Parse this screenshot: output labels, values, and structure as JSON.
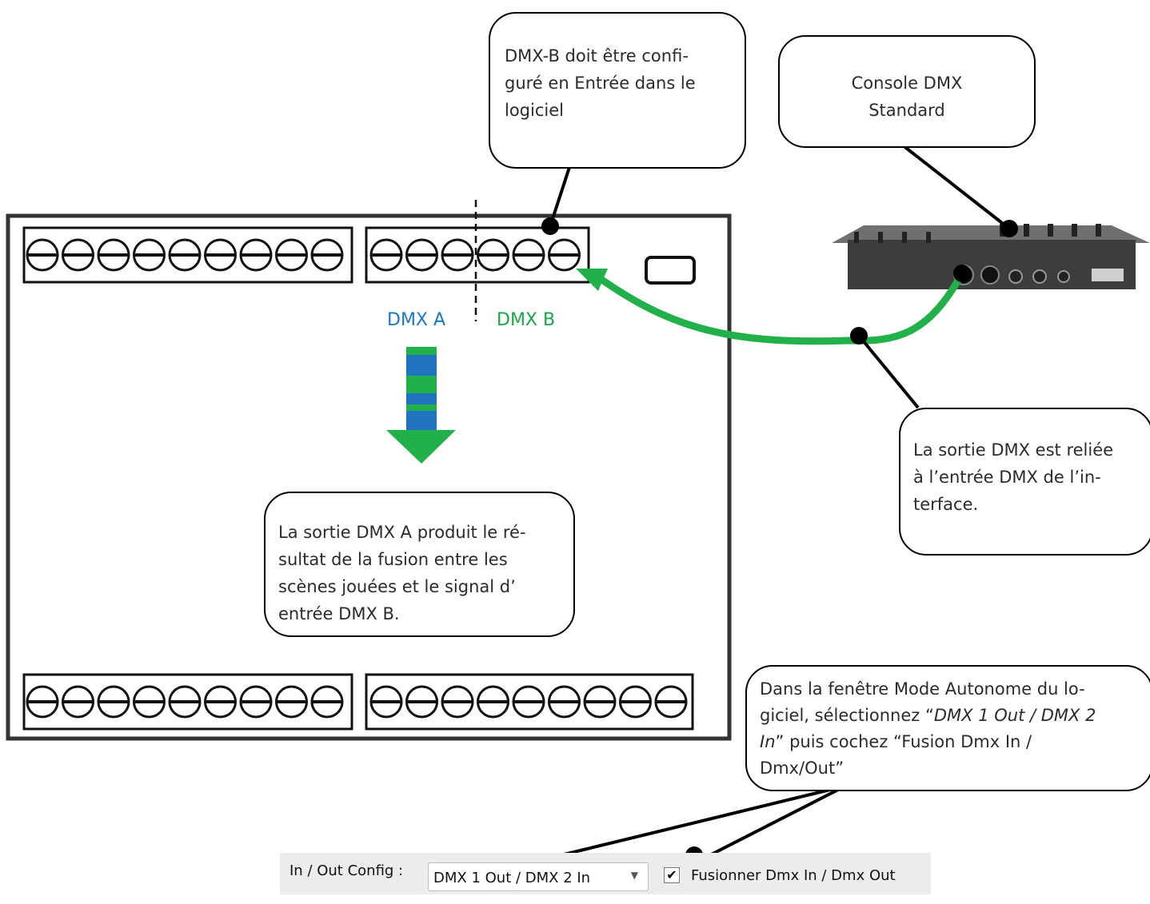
{
  "callouts": {
    "dmxb_config": [
      "DMX-B doit être confi-",
      "guré en Entrée dans le",
      "logiciel"
    ],
    "console": [
      "Console DMX",
      "Standard"
    ],
    "output_link": [
      "La sortie DMX est reliée",
      "à l’entrée DMX de l’in-",
      "terface."
    ],
    "fusion_result": [
      "La sortie DMX A produit le ré-",
      "sultat de la fusion entre les",
      "scènes jouées et le signal d’",
      "entrée DMX B."
    ],
    "autonomous_mode": {
      "line1": "Dans la fenêtre Mode Autonome du lo-",
      "line2_start": "giciel, sélectionnez “",
      "line2_em": "DMX 1 Out / DMX 2",
      "line3_em": "In",
      "line3_rest": "” puis cochez “Fusion Dmx In /",
      "line4": "Dmx/Out”"
    }
  },
  "labels": {
    "dmx_a": "DMX A",
    "dmx_b": "DMX B"
  },
  "config_bar": {
    "label": "In / Out Config :",
    "selected": "DMX 1 Out / DMX 2 In",
    "merge_checked": true,
    "merge_label": "Fusionner Dmx In / Dmx Out"
  },
  "colors": {
    "dmx_a": "#1a78c2",
    "dmx_b": "#1aa64a",
    "arrow_green": "#22b04b",
    "arrow_blue": "#1f73c0"
  }
}
